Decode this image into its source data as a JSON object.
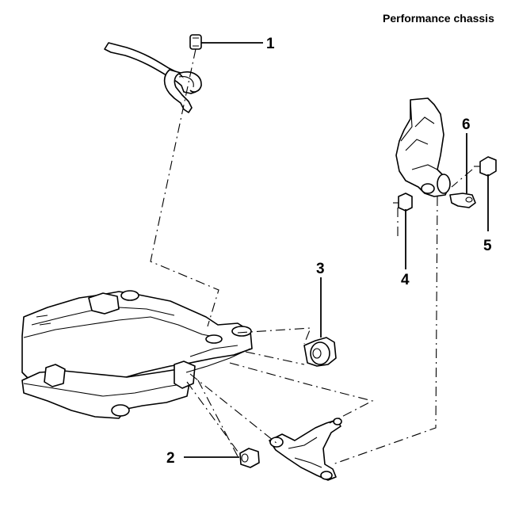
{
  "title": "Performance chassis",
  "callouts": [
    {
      "id": "1",
      "label": "1"
    },
    {
      "id": "2",
      "label": "2"
    },
    {
      "id": "3",
      "label": "3"
    },
    {
      "id": "4",
      "label": "4"
    },
    {
      "id": "5",
      "label": "5"
    },
    {
      "id": "6",
      "label": "6"
    }
  ]
}
